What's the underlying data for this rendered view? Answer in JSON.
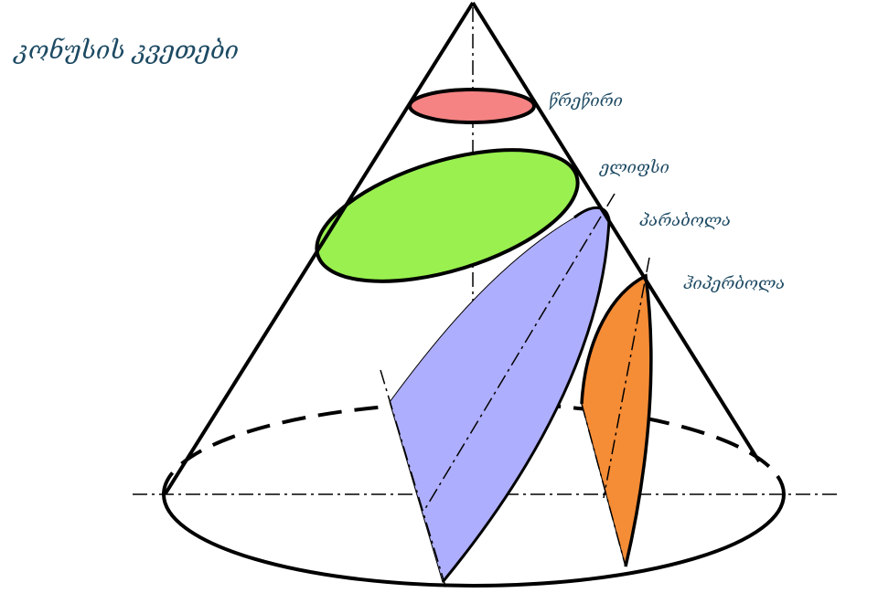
{
  "title": "კონუსის კვეთები",
  "labels": {
    "circle": "წრეწირი",
    "ellipse": "ელიფსი",
    "parabola": "პარაბოლა",
    "hyperbola": "ჰიპერბოლა"
  },
  "colors": {
    "circle_fill": "#f58383",
    "ellipse_fill": "#99f04f",
    "parabola_fill": "#aeaefe",
    "hyperbola_fill": "#f58c36",
    "outline": "#000000",
    "text": "#1f4b64"
  }
}
